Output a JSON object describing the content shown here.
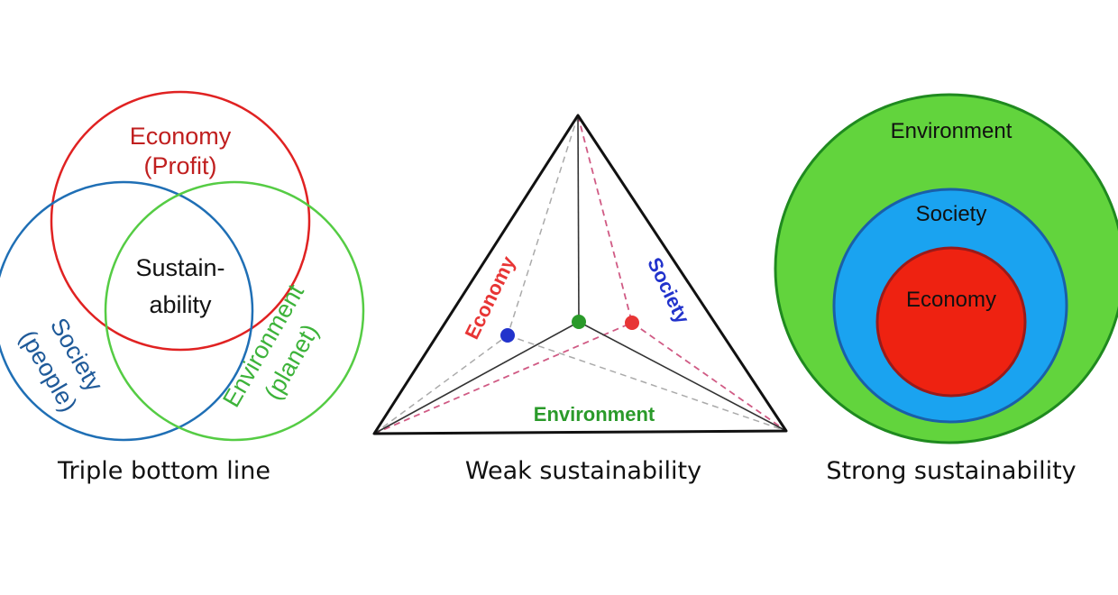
{
  "colors": {
    "economy_red": "#e02222",
    "economy_text": "#c01f1f",
    "society_blue": "#1f6fb5",
    "society_text": "#1f5a99",
    "environment_green": "#55cc44",
    "environment_text": "#3db33a",
    "tri_red": "#e83535",
    "tri_blue": "#2233cc",
    "tri_green": "#2a9a2a",
    "dashed_pink": "#d05a84",
    "dashed_grey": "#aaaaaa",
    "outer_green_fill": "#62d43d",
    "outer_green_stroke": "#1f8a1f",
    "middle_blue_fill": "#1aa3f0",
    "middle_blue_stroke": "#1a5fa8",
    "inner_red_fill": "#ee2211",
    "inner_red_stroke": "#9a1a1a"
  },
  "venn": {
    "economy_line1": "Economy",
    "economy_line2": "(Profit)",
    "center_line1": "Sustain-",
    "center_line2": "ability",
    "society_line1": "Society",
    "society_line2": "(people)",
    "environment_line1": "Environment",
    "environment_line2": "(planet)",
    "caption": "Triple bottom line"
  },
  "weak": {
    "economy_label": "Economy",
    "society_label": "Society",
    "environment_label": "Environment",
    "caption": "Weak sustainability"
  },
  "strong": {
    "outer_label": "Environment",
    "middle_label": "Society",
    "inner_label": "Economy",
    "caption": "Strong sustainability"
  }
}
